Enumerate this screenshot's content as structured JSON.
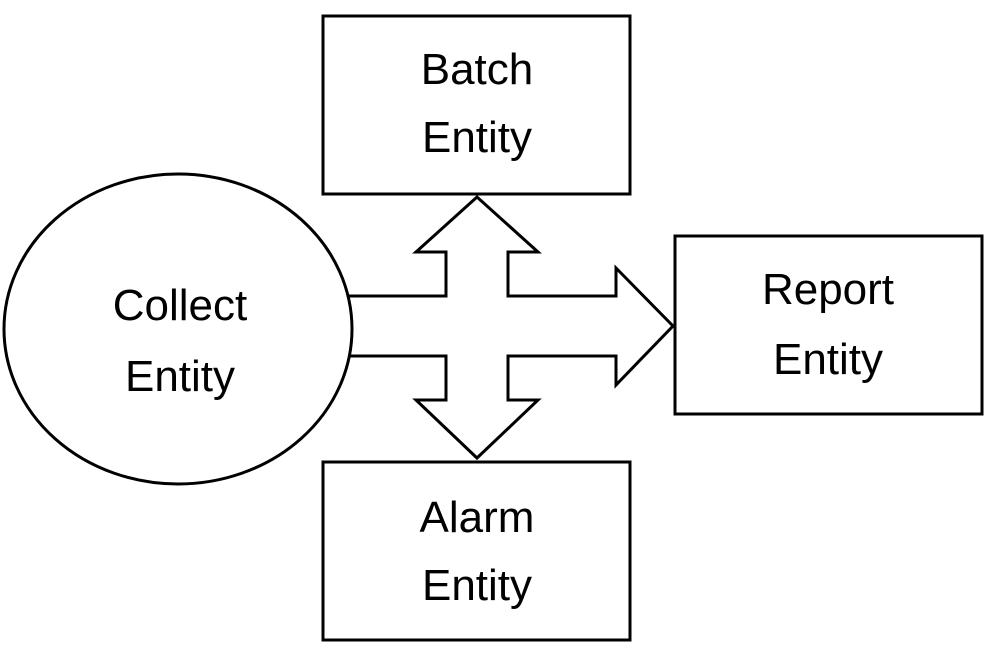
{
  "nodes": {
    "batch": {
      "line1": "Batch",
      "line2": "Entity"
    },
    "report": {
      "line1": "Report",
      "line2": "Entity"
    },
    "alarm": {
      "line1": "Alarm",
      "line2": "Entity"
    },
    "collect": {
      "line1": "Collect",
      "line2": "Entity"
    }
  },
  "colors": {
    "stroke": "#000000",
    "fill": "#ffffff"
  }
}
